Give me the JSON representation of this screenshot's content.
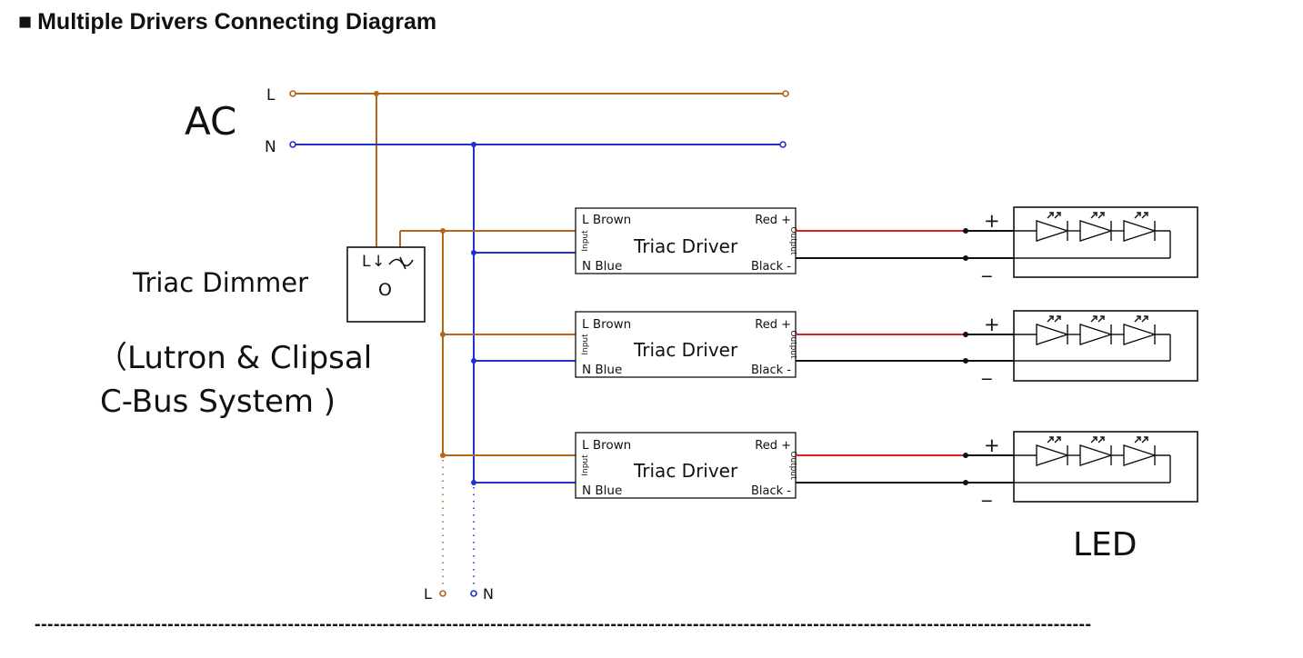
{
  "heading": {
    "bullet": "■",
    "title": "Multiple Drivers Connecting Diagram"
  },
  "ac": {
    "label": "AC",
    "line_l": "L",
    "line_n": "N"
  },
  "dimmer": {
    "title": "Triac Dimmer",
    "symbol_l": "L",
    "symbol_arrow": "↓",
    "symbol_o": "O",
    "brand_line1": "（Lutron & Clipsal",
    "brand_line2": "C-Bus System )"
  },
  "drivers": [
    {
      "title": "Triac Driver",
      "in_l": "L Brown",
      "in_n": "N Blue",
      "out_pos": "Red +",
      "out_neg": "Black -",
      "in_side": "Input",
      "out_side": "Output"
    },
    {
      "title": "Triac Driver",
      "in_l": "L Brown",
      "in_n": "N Blue",
      "out_pos": "Red +",
      "out_neg": "Black -",
      "in_side": "Input",
      "out_side": "Output"
    },
    {
      "title": "Triac Driver",
      "in_l": "L Brown",
      "in_n": "N Blue",
      "out_pos": "Red +",
      "out_neg": "Black -",
      "in_side": "Input",
      "out_side": "Output"
    }
  ],
  "led": {
    "label": "LED",
    "plus": "+",
    "minus": "_"
  },
  "continuation": {
    "l": "L",
    "n": "N"
  },
  "separator": "-----------------------------------------------------------------------------------------------------------------------------------------------------------------------",
  "colors": {
    "brown": "#b5651d",
    "blue": "#1f2fd0",
    "red": "#e02020",
    "black": "#111111"
  }
}
